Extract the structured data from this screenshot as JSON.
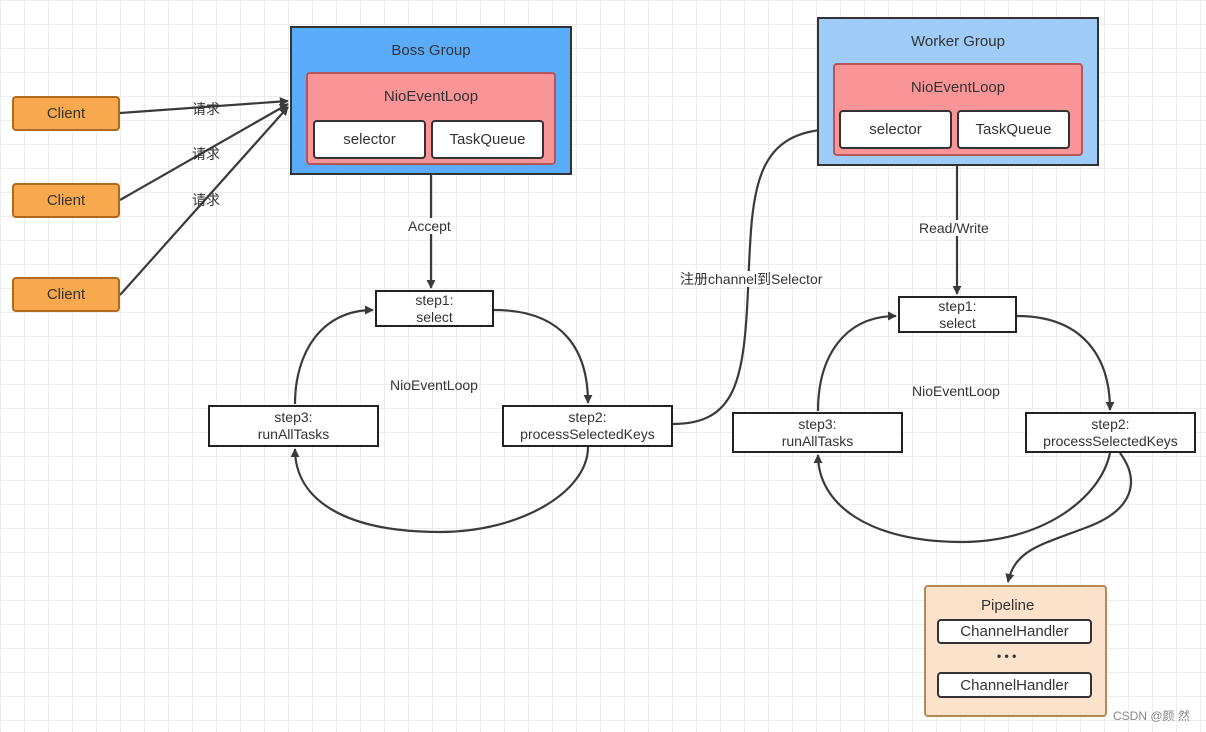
{
  "clients": [
    "Client",
    "Client",
    "Client"
  ],
  "request_labels": [
    "请求",
    "请求",
    "请求"
  ],
  "boss": {
    "title": "Boss Group",
    "loop_title": "NioEventLoop",
    "selector": "selector",
    "task_queue": "TaskQueue",
    "accept_label": "Accept",
    "cycle_label": "NioEventLoop",
    "step1": [
      "step1:",
      "select"
    ],
    "step2": [
      "step2:",
      "processSelectedKeys"
    ],
    "step3": [
      "step3:",
      "runAllTasks"
    ]
  },
  "register_label": "注册channel到Selector",
  "worker": {
    "title": "Worker Group",
    "loop_title": "NioEventLoop",
    "selector": "selector",
    "task_queue": "TaskQueue",
    "rw_label": "Read/Write",
    "cycle_label": "NioEventLoop",
    "step1": [
      "step1:",
      "select"
    ],
    "step2": [
      "step2:",
      "processSelectedKeys"
    ],
    "step3": [
      "step3:",
      "runAllTasks"
    ]
  },
  "pipeline": {
    "title": "Pipeline",
    "handlers": [
      "ChannelHandler",
      "ChannelHandler"
    ],
    "ellipsis": "• • •"
  },
  "watermark": "CSDN @颜 然",
  "colors": {
    "client_fill": "#f8a94d",
    "boss_fill": "#5aabfa",
    "worker_fill": "#9ecbf7",
    "loop_fill": "#f99497",
    "pipeline_fill": "#fde2cb",
    "line": "#3a3a3a"
  }
}
